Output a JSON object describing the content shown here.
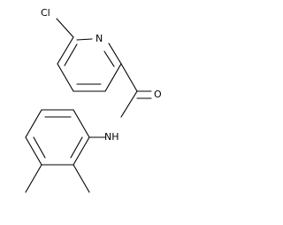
{
  "molecule": {
    "atoms": {
      "cl": "Cl",
      "n_ring": "N",
      "o": "O",
      "nh": "NH"
    }
  },
  "colors": {
    "bond": "#000000",
    "label": "#000000",
    "background": "#ffffff"
  }
}
